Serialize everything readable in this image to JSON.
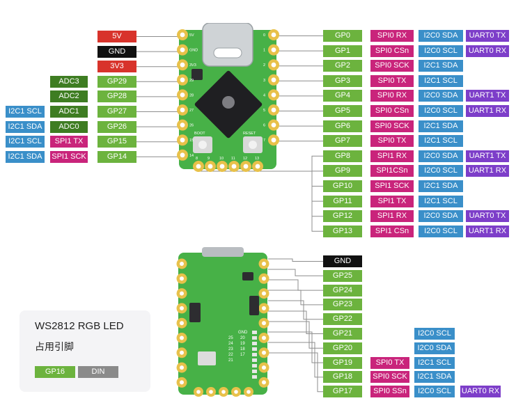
{
  "colors": {
    "gp": "#6cb33e",
    "adc": "#3e7d22",
    "spi": "#c9247b",
    "i2c": "#3a8fc9",
    "uart": "#7d3ec9",
    "power_5v": "#d8332b",
    "power_3v3": "#d8332b",
    "gnd": "#111111",
    "din": "#8a8a8a",
    "pcb": "#47b147",
    "pad": "#e8c14a",
    "wire": "#8c8c8c"
  },
  "top_left_pins": [
    {
      "row": 0,
      "labels": [
        {
          "kind": "5v",
          "text": "5V"
        }
      ]
    },
    {
      "row": 1,
      "labels": [
        {
          "kind": "gnd",
          "text": "GND"
        }
      ]
    },
    {
      "row": 2,
      "labels": [
        {
          "kind": "3v3",
          "text": "3V3"
        }
      ]
    },
    {
      "row": 3,
      "labels": [
        {
          "kind": "adc",
          "text": "ADC3"
        },
        {
          "kind": "gp",
          "text": "GP29"
        }
      ]
    },
    {
      "row": 4,
      "labels": [
        {
          "kind": "adc",
          "text": "ADC2"
        },
        {
          "kind": "gp",
          "text": "GP28"
        }
      ]
    },
    {
      "row": 5,
      "labels": [
        {
          "kind": "i2c",
          "text": "I2C1 SCL"
        },
        {
          "kind": "adc",
          "text": "ADC1"
        },
        {
          "kind": "gp",
          "text": "GP27"
        }
      ]
    },
    {
      "row": 6,
      "labels": [
        {
          "kind": "i2c",
          "text": "I2C1 SDA"
        },
        {
          "kind": "adc",
          "text": "ADC0"
        },
        {
          "kind": "gp",
          "text": "GP26"
        }
      ]
    },
    {
      "row": 7,
      "labels": [
        {
          "kind": "i2c",
          "text": "I2C1 SCL"
        },
        {
          "kind": "spi",
          "text": "SPI1 TX"
        },
        {
          "kind": "gp",
          "text": "GP15"
        }
      ]
    },
    {
      "row": 8,
      "labels": [
        {
          "kind": "i2c",
          "text": "I2C1 SDA"
        },
        {
          "kind": "spi",
          "text": "SPI1 SCK"
        },
        {
          "kind": "gp",
          "text": "GP14"
        }
      ]
    }
  ],
  "top_right_pins": [
    {
      "labels": [
        {
          "kind": "gp",
          "text": "GP0"
        },
        {
          "kind": "spi",
          "text": "SPI0 RX"
        },
        {
          "kind": "i2c",
          "text": "I2C0 SDA"
        },
        {
          "kind": "uart",
          "text": "UART0 TX"
        }
      ]
    },
    {
      "labels": [
        {
          "kind": "gp",
          "text": "GP1"
        },
        {
          "kind": "spi",
          "text": "SPI0 CSn"
        },
        {
          "kind": "i2c",
          "text": "I2C0 SCL"
        },
        {
          "kind": "uart",
          "text": "UART0 RX"
        }
      ]
    },
    {
      "labels": [
        {
          "kind": "gp",
          "text": "GP2"
        },
        {
          "kind": "spi",
          "text": "SPI0 SCK"
        },
        {
          "kind": "i2c",
          "text": "I2C1 SDA"
        }
      ]
    },
    {
      "labels": [
        {
          "kind": "gp",
          "text": "GP3"
        },
        {
          "kind": "spi",
          "text": "SPI0 TX"
        },
        {
          "kind": "i2c",
          "text": "I2C1 SCL"
        }
      ]
    },
    {
      "labels": [
        {
          "kind": "gp",
          "text": "GP4"
        },
        {
          "kind": "spi",
          "text": "SPI0 RX"
        },
        {
          "kind": "i2c",
          "text": "I2C0 SDA"
        },
        {
          "kind": "uart",
          "text": "UART1 TX"
        }
      ]
    },
    {
      "labels": [
        {
          "kind": "gp",
          "text": "GP5"
        },
        {
          "kind": "spi",
          "text": "SPI0 CSn"
        },
        {
          "kind": "i2c",
          "text": "I2C0 SCL"
        },
        {
          "kind": "uart",
          "text": "UART1 RX"
        }
      ]
    },
    {
      "labels": [
        {
          "kind": "gp",
          "text": "GP6"
        },
        {
          "kind": "spi",
          "text": "SPI0 SCK"
        },
        {
          "kind": "i2c",
          "text": "I2C1 SDA"
        }
      ]
    },
    {
      "labels": [
        {
          "kind": "gp",
          "text": "GP7"
        },
        {
          "kind": "spi",
          "text": "SPI0 TX"
        },
        {
          "kind": "i2c",
          "text": "I2C1 SCL"
        }
      ]
    },
    {
      "labels": [
        {
          "kind": "gp",
          "text": "GP8"
        },
        {
          "kind": "spi",
          "text": "SPI1 RX"
        },
        {
          "kind": "i2c",
          "text": "I2C0 SDA"
        },
        {
          "kind": "uart",
          "text": "UART1 TX"
        }
      ]
    },
    {
      "labels": [
        {
          "kind": "gp",
          "text": "GP9"
        },
        {
          "kind": "spi",
          "text": "SPI1CSn"
        },
        {
          "kind": "i2c",
          "text": "I2C0 SCL"
        },
        {
          "kind": "uart",
          "text": "UART1 RX"
        }
      ]
    },
    {
      "labels": [
        {
          "kind": "gp",
          "text": "GP10"
        },
        {
          "kind": "spi",
          "text": "SPI1 SCK"
        },
        {
          "kind": "i2c",
          "text": "I2C1 SDA"
        }
      ]
    },
    {
      "labels": [
        {
          "kind": "gp",
          "text": "GP11"
        },
        {
          "kind": "spi",
          "text": "SPI1 TX"
        },
        {
          "kind": "i2c",
          "text": "I2C1 SCL"
        }
      ]
    },
    {
      "labels": [
        {
          "kind": "gp",
          "text": "GP12"
        },
        {
          "kind": "spi",
          "text": "SPI1 RX"
        },
        {
          "kind": "i2c",
          "text": "I2C0 SDA"
        },
        {
          "kind": "uart",
          "text": "UART0 TX"
        }
      ]
    },
    {
      "labels": [
        {
          "kind": "gp",
          "text": "GP13"
        },
        {
          "kind": "spi",
          "text": "SPI1 CSn"
        },
        {
          "kind": "i2c",
          "text": "I2C0 SCL"
        },
        {
          "kind": "uart",
          "text": "UART1 RX"
        }
      ]
    }
  ],
  "bottom_right_pins": [
    {
      "labels": [
        {
          "kind": "gnd",
          "text": "GND"
        }
      ]
    },
    {
      "labels": [
        {
          "kind": "gp",
          "text": "GP25"
        }
      ]
    },
    {
      "labels": [
        {
          "kind": "gp",
          "text": "GP24"
        }
      ]
    },
    {
      "labels": [
        {
          "kind": "gp",
          "text": "GP23"
        }
      ]
    },
    {
      "labels": [
        {
          "kind": "gp",
          "text": "GP22"
        }
      ]
    },
    {
      "labels": [
        {
          "kind": "gp",
          "text": "GP21"
        },
        {
          "kind": "i2c",
          "text": "I2C0 SCL",
          "col": 2
        }
      ]
    },
    {
      "labels": [
        {
          "kind": "gp",
          "text": "GP20"
        },
        {
          "kind": "i2c",
          "text": "I2C0 SDA",
          "col": 2
        }
      ]
    },
    {
      "labels": [
        {
          "kind": "gp",
          "text": "GP19"
        },
        {
          "kind": "spi",
          "text": "SPI0 TX"
        },
        {
          "kind": "i2c",
          "text": "I2C1 SCL"
        }
      ]
    },
    {
      "labels": [
        {
          "kind": "gp",
          "text": "GP18"
        },
        {
          "kind": "spi",
          "text": "SPI0 SCK"
        },
        {
          "kind": "i2c",
          "text": "I2C1 SDA"
        }
      ]
    },
    {
      "labels": [
        {
          "kind": "gp",
          "text": "GP17"
        },
        {
          "kind": "spi",
          "text": "SPI0 SSn"
        },
        {
          "kind": "i2c",
          "text": "I2C0 SCL"
        },
        {
          "kind": "uart",
          "text": "UART0 RX"
        }
      ]
    }
  ],
  "legend": {
    "title": "WS2812  RGB LED",
    "subtitle": "占用引脚",
    "pin": "GP16",
    "signal": "DIN"
  },
  "board_top": {
    "silk_left_pins": [
      "5V",
      "GND",
      "3V3",
      "29",
      "28",
      "27",
      "26",
      "15",
      "14"
    ],
    "silk_right_pins": [
      "0",
      "1",
      "2",
      "3",
      "4",
      "5",
      "6",
      "7"
    ],
    "silk_bottom_pins": [
      "8",
      "9",
      "10",
      "11",
      "12",
      "13"
    ],
    "boot_label": "BOOT",
    "reset_label": "RESET"
  },
  "board_bottom": {
    "silk_pins": [
      "25",
      "24",
      "23",
      "22",
      "21",
      "20",
      "19",
      "18",
      "17"
    ],
    "gnd_label": "GND"
  }
}
